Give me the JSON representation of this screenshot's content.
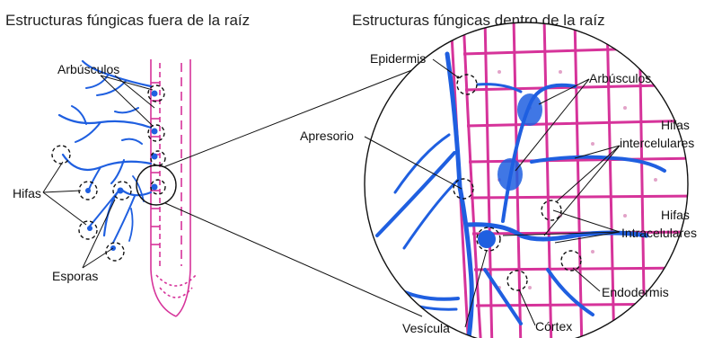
{
  "titles": {
    "left": "Estructuras fúngicas fuera de la raíz",
    "right": "Estructuras fúngicas dentro de la raíz"
  },
  "left_labels": {
    "arbusculos": "Arbúsculos",
    "hifas": "Hifas",
    "esporas": "Esporas"
  },
  "right_labels": {
    "epidermis": "Epidermis",
    "arbusculos": "Arbúsculos",
    "apresorio": "Apresorio",
    "hifas_inter_1": "Hifas",
    "hifas_inter_2": "intercelulares",
    "hifas_intra_1": "Hifas",
    "hifas_intra_2": "Intracelulares",
    "endodermis": "Endodermis",
    "vesicula": "Vesícula",
    "cortex": "Córtex"
  },
  "colors": {
    "root_tissue": "#d6339a",
    "fungal_hyphae": "#1f5fe0",
    "outline": "#111111"
  }
}
